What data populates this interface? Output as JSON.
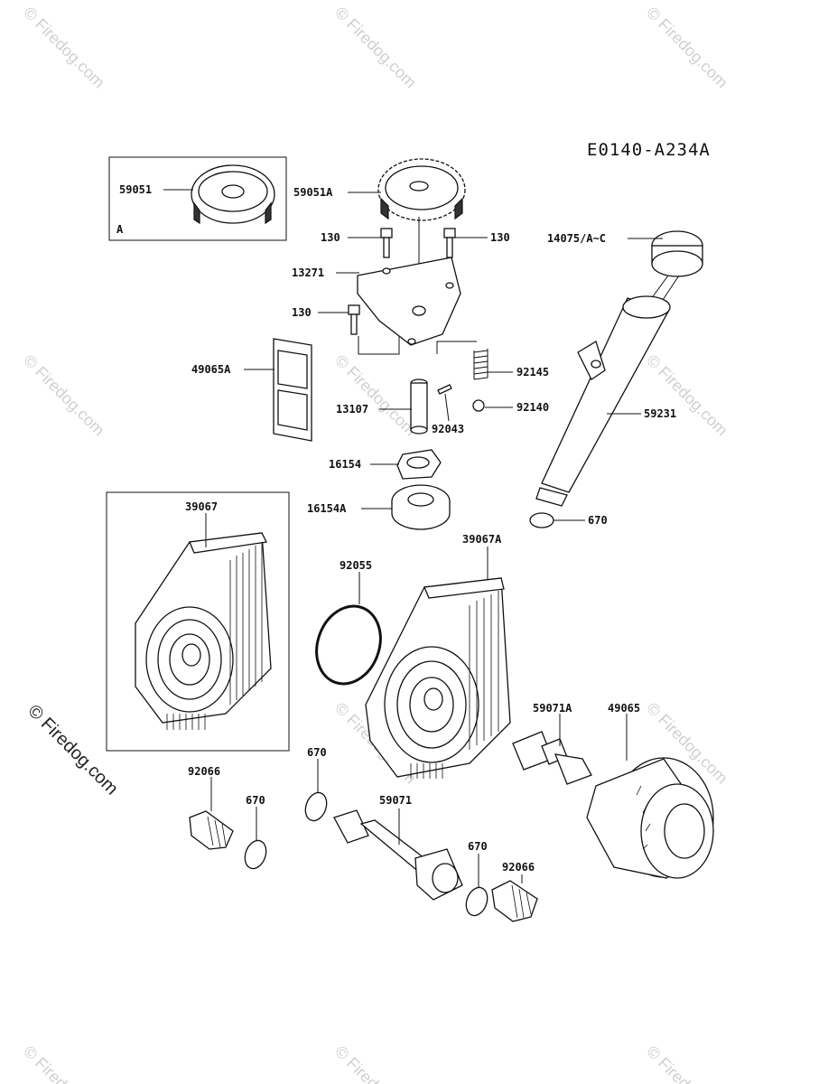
{
  "diagram_code": "E0140-A234A",
  "inset_box_label": "A",
  "watermark": "© Firedog.com",
  "side_watermark": "© Firedog.com",
  "labels": {
    "59051": "59051",
    "59051A": "59051A",
    "130_left": "130",
    "130_right": "130",
    "130_mid": "130",
    "13271": "13271",
    "14075": "14075/A~C",
    "49065A": "49065A",
    "92145": "92145",
    "13107": "13107",
    "92043": "92043",
    "92140": "92140",
    "59231": "59231",
    "16154": "16154",
    "16154A": "16154A",
    "670_tube": "670",
    "39067": "39067",
    "39067A": "39067A",
    "92055": "92055",
    "59071A": "59071A",
    "49065": "49065",
    "670_mid": "670",
    "92066_left": "92066",
    "670_left": "670",
    "59071": "59071",
    "670_right": "670",
    "92066_right": "92066"
  },
  "colors": {
    "line": "#111111",
    "watermark": "#d0d0d0"
  }
}
